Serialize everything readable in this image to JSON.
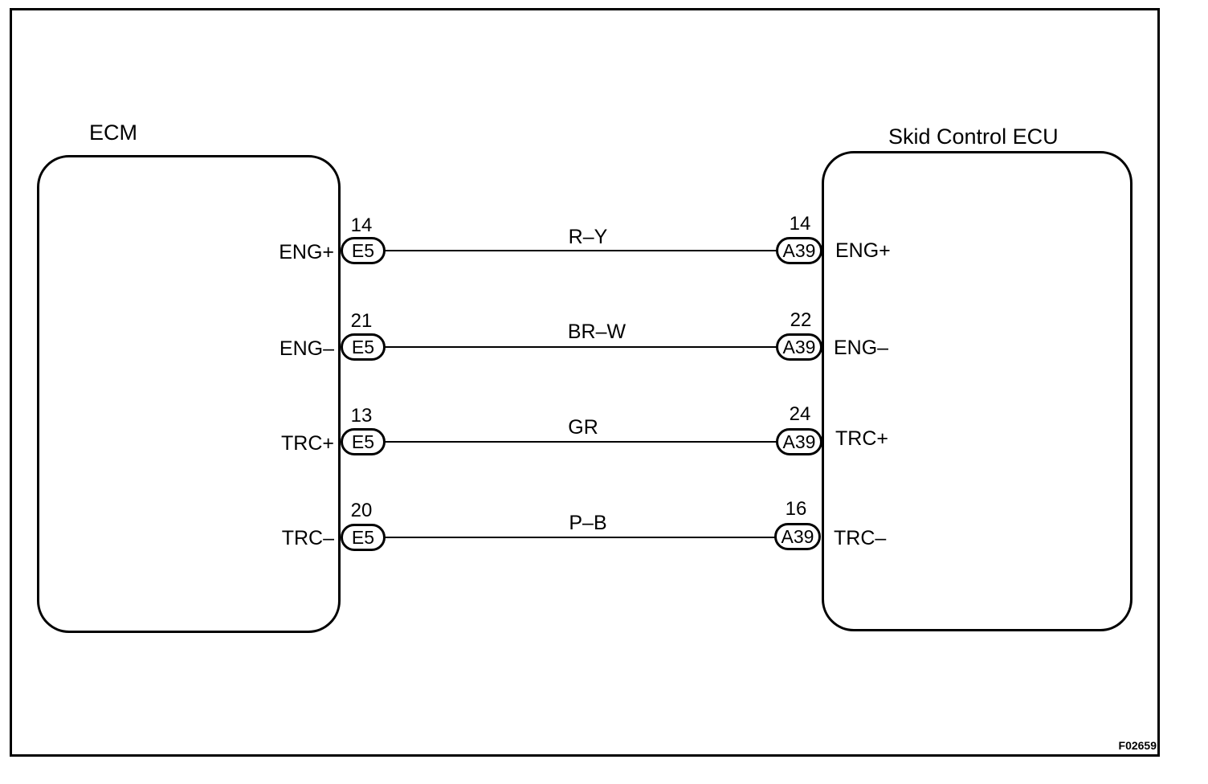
{
  "ecm": {
    "title": "ECM"
  },
  "skid": {
    "title": "Skid Control ECU"
  },
  "circuits": [
    {
      "ecm_terminal": "ENG+",
      "ecm_pin": "14",
      "ecm_connector": "E5",
      "wire_color": "R–Y",
      "skid_pin": "14",
      "skid_connector": "A39",
      "skid_terminal": "ENG+"
    },
    {
      "ecm_terminal": "ENG–",
      "ecm_pin": "21",
      "ecm_connector": "E5",
      "wire_color": "BR–W",
      "skid_pin": "22",
      "skid_connector": "A39",
      "skid_terminal": "ENG–"
    },
    {
      "ecm_terminal": "TRC+",
      "ecm_pin": "13",
      "ecm_connector": "E5",
      "wire_color": "GR",
      "skid_pin": "24",
      "skid_connector": "A39",
      "skid_terminal": "TRC+"
    },
    {
      "ecm_terminal": "TRC–",
      "ecm_pin": "20",
      "ecm_connector": "E5",
      "wire_color": "P–B",
      "skid_pin": "16",
      "skid_connector": "A39",
      "skid_terminal": "TRC–"
    }
  ],
  "figure_id": "F02659"
}
